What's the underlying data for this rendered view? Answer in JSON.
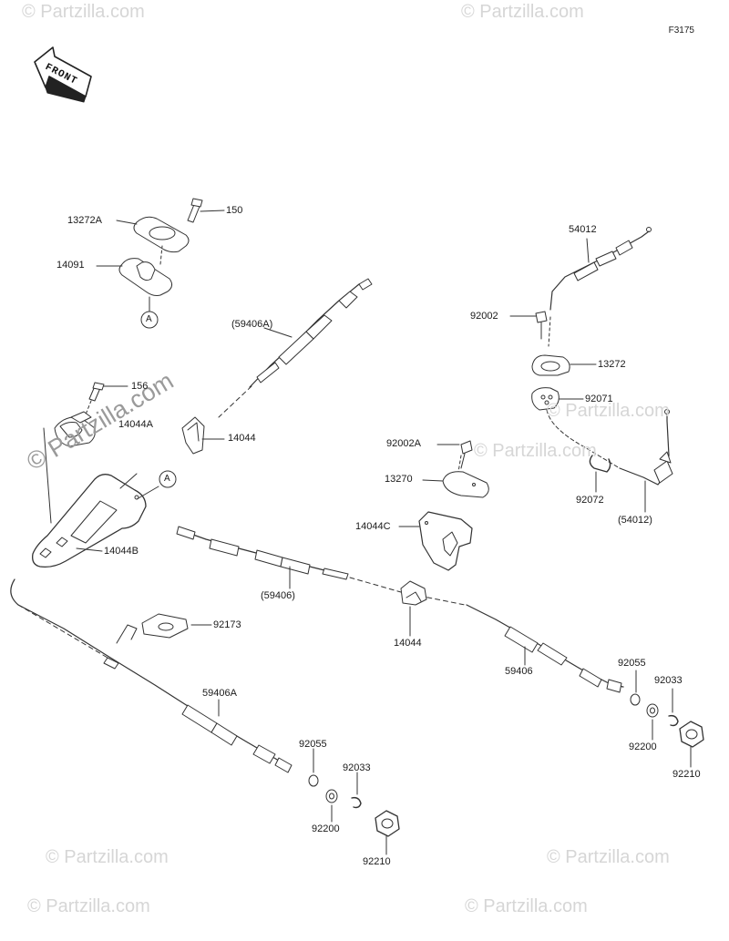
{
  "figure_code": "F3175",
  "front_label": "FRONT",
  "watermark": {
    "main": "© Partzilla.com",
    "faint": "© Partzilla.com"
  },
  "callouts": {
    "a_top": "A",
    "a_mid": "A"
  },
  "labels": {
    "l_13272A": "13272A",
    "l_150": "150",
    "l_14091": "14091",
    "l_59406A_paren": "(59406A)",
    "l_156": "156",
    "l_14044A": "14044A",
    "l_14044_upper": "14044",
    "l_14044B": "14044B",
    "l_92173": "92173",
    "l_59406_paren": "(59406)",
    "l_59406A": "59406A",
    "l_92055_left": "92055",
    "l_92033_left": "92033",
    "l_92200_left": "92200",
    "l_92210_left": "92210",
    "l_92002A": "92002A",
    "l_13270": "13270",
    "l_14044C": "14044C",
    "l_14044_lower": "14044",
    "l_59406": "59406",
    "l_92055_right": "92055",
    "l_92033_right": "92033",
    "l_92200_right": "92200",
    "l_92210_right": "92210",
    "l_54012": "54012",
    "l_92002": "92002",
    "l_13272": "13272",
    "l_92071": "92071",
    "l_92072": "92072",
    "l_54012_paren": "(54012)"
  }
}
